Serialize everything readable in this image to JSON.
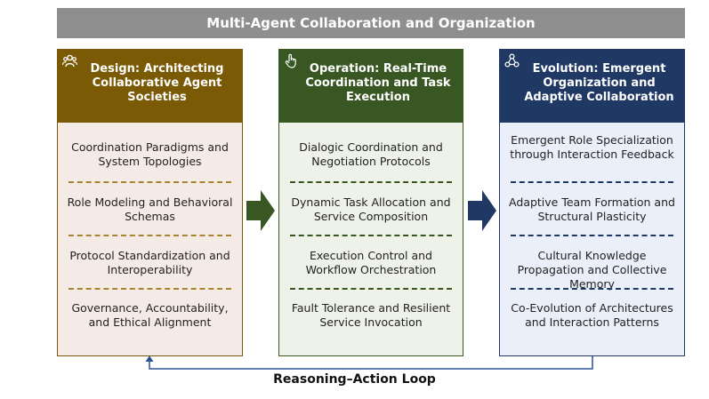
{
  "title": "Multi-Agent Collaboration and Organization",
  "panels": [
    {
      "icon": "people-icon",
      "title": "Design: Architecting Collaborative Agent Societies",
      "items": [
        "Coordination Paradigms and System Topologies",
        "Role Modeling and Behavioral Schemas",
        "Protocol Standardization and Interoperability",
        "Governance, Accountability, and Ethical Alignment"
      ]
    },
    {
      "icon": "hand-pointer-icon",
      "title": "Operation: Real-Time Coordination and Task Execution",
      "items": [
        "Dialogic Coordination and Negotiation Protocols",
        "Dynamic Task Allocation and Service Composition",
        "Execution Control and Workflow Orchestration",
        "Fault Tolerance and Resilient Service Invocation"
      ]
    },
    {
      "icon": "network-icon",
      "title": "Evolution: Emergent Organization and Adaptive Collaboration",
      "items": [
        "Emergent Role Specialization through Interaction Feedback",
        "Adaptive Team Formation and Structural Plasticity",
        "Cultural Knowledge Propagation and Collective Memory",
        "Co-Evolution of Architectures and Interaction Patterns"
      ]
    }
  ],
  "loop_label": "Reasoning–Action Loop",
  "colors": {
    "design": "#7b5a05",
    "operation": "#385723",
    "evolution": "#203864",
    "banner": "#8e8e8e"
  }
}
